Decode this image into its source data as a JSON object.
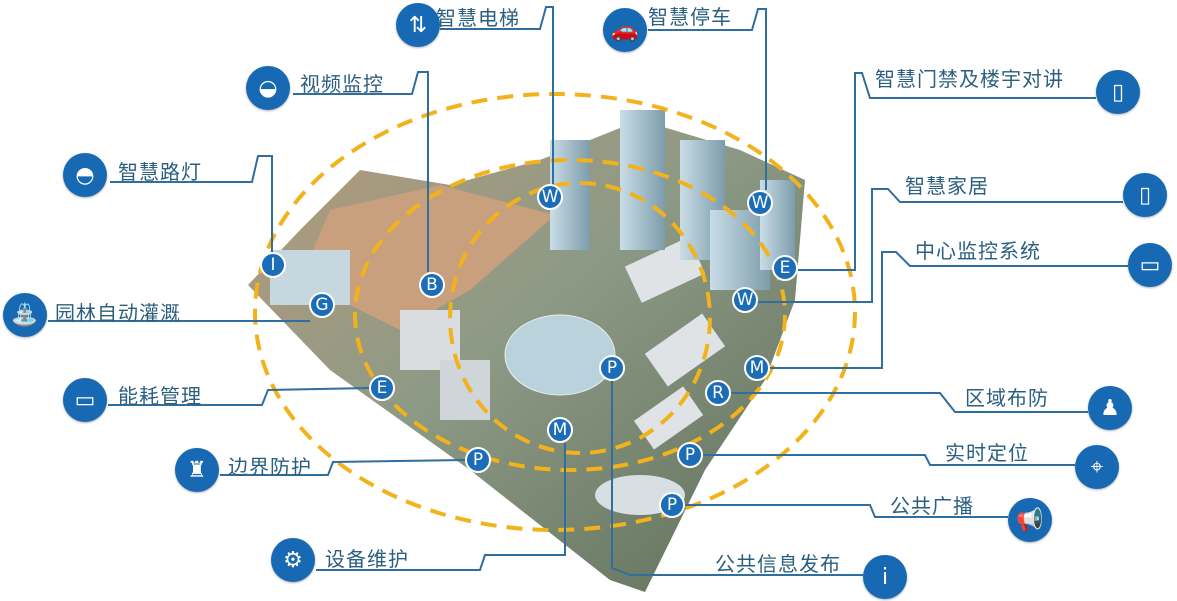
{
  "callouts": [
    {
      "label": "智慧电梯",
      "icon": "elevator-icon",
      "glyph": "⇅"
    },
    {
      "label": "视频监控",
      "icon": "camera-icon",
      "glyph": "◒"
    },
    {
      "label": "智慧路灯",
      "icon": "street-light-icon",
      "glyph": "◓"
    },
    {
      "label": "园林自动灌溉",
      "icon": "sprinkler-icon",
      "glyph": "⛲"
    },
    {
      "label": "能耗管理",
      "icon": "monitor-icon",
      "glyph": "▭"
    },
    {
      "label": "边界防护",
      "icon": "watchtower-icon",
      "glyph": "♜"
    },
    {
      "label": "设备维护",
      "icon": "gear-icon",
      "glyph": "⚙"
    },
    {
      "label": "智慧停车",
      "icon": "car-icon",
      "glyph": "🚗"
    },
    {
      "label": "智慧门禁及楼宇对讲",
      "icon": "intercom-icon",
      "glyph": "▯"
    },
    {
      "label": "智慧家居",
      "icon": "intercom-icon",
      "glyph": "▯"
    },
    {
      "label": "中心监控系统",
      "icon": "monitor-icon",
      "glyph": "▭"
    },
    {
      "label": "区域布防",
      "icon": "guard-icon",
      "glyph": "♟"
    },
    {
      "label": "实时定位",
      "icon": "location-pin-icon",
      "glyph": "⌖"
    },
    {
      "label": "公共广播",
      "icon": "megaphone-icon",
      "glyph": "📢"
    },
    {
      "label": "公共信息发布",
      "icon": "info-icon",
      "glyph": "i"
    }
  ],
  "markers": [
    "W",
    "B",
    "I",
    "G",
    "E",
    "P",
    "M",
    "W",
    "E",
    "W",
    "M",
    "R",
    "P",
    "P",
    "P"
  ],
  "colors": {
    "icon": "#1769b3",
    "line": "#2f6e9e",
    "dash": "#f2b21b",
    "label": "#2b5f80"
  }
}
